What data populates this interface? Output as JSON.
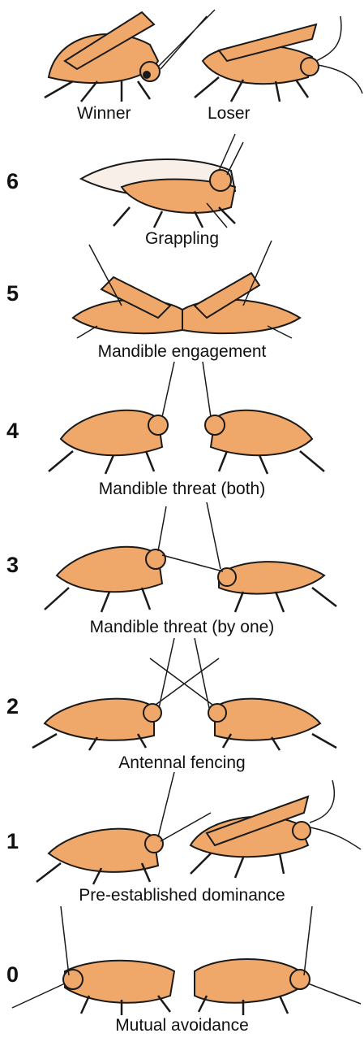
{
  "colors": {
    "body_fill": "#F0A86A",
    "outline": "#1a1a1a",
    "text": "#111111",
    "background": "#ffffff"
  },
  "stages": [
    {
      "level": "",
      "label_left": "Winner",
      "label_right": "Loser",
      "pair": "winner-loser"
    },
    {
      "level": "6",
      "label": "Grappling",
      "pair": "grappling"
    },
    {
      "level": "5",
      "label": "Mandible engagement",
      "pair": "mandible-engagement"
    },
    {
      "level": "4",
      "label": "Mandible threat (both)",
      "pair": "mandible-threat-both"
    },
    {
      "level": "3",
      "label": "Mandible threat (by one)",
      "pair": "mandible-threat-one"
    },
    {
      "level": "2",
      "label": "Antennal fencing",
      "pair": "antennal-fencing"
    },
    {
      "level": "1",
      "label": "Pre-established dominance",
      "pair": "pre-established-dominance"
    },
    {
      "level": "0",
      "label": "Mutual avoidance",
      "pair": "mutual-avoidance"
    }
  ]
}
